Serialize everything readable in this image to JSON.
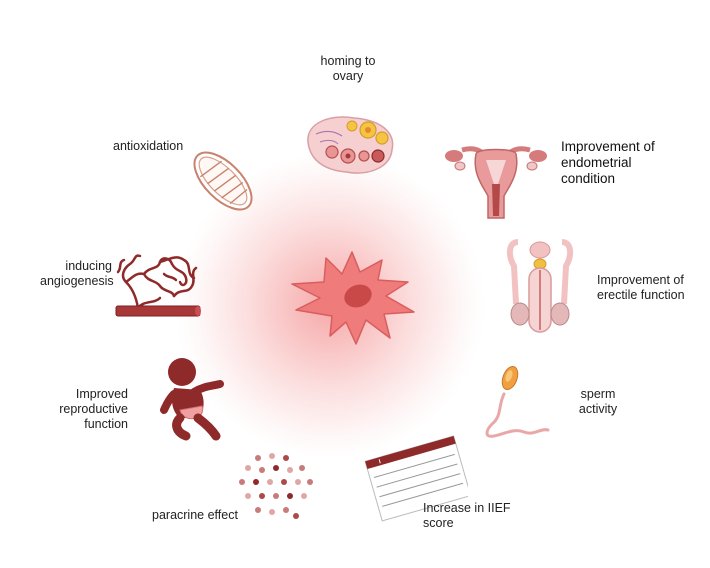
{
  "labels": {
    "homing": "homing to\novary",
    "antioxidation": "antioxidation",
    "endometrial": "Improvement of\nendometrial\ncondition",
    "angiogenesis": "inducing\nangiogenesis",
    "erectile": "Improvement of\nerectile function",
    "reproductive": "Improved\nreproductive\nfunction",
    "sperm": "sperm\nactivity",
    "paracrine": "paracrine effect",
    "iief": "Increase in IIEF\nscore"
  },
  "colors": {
    "cell": "#f07b7b",
    "nucleus": "#c94848",
    "dark_red": "#8e2a2a",
    "pink": "#e9a8a8"
  }
}
